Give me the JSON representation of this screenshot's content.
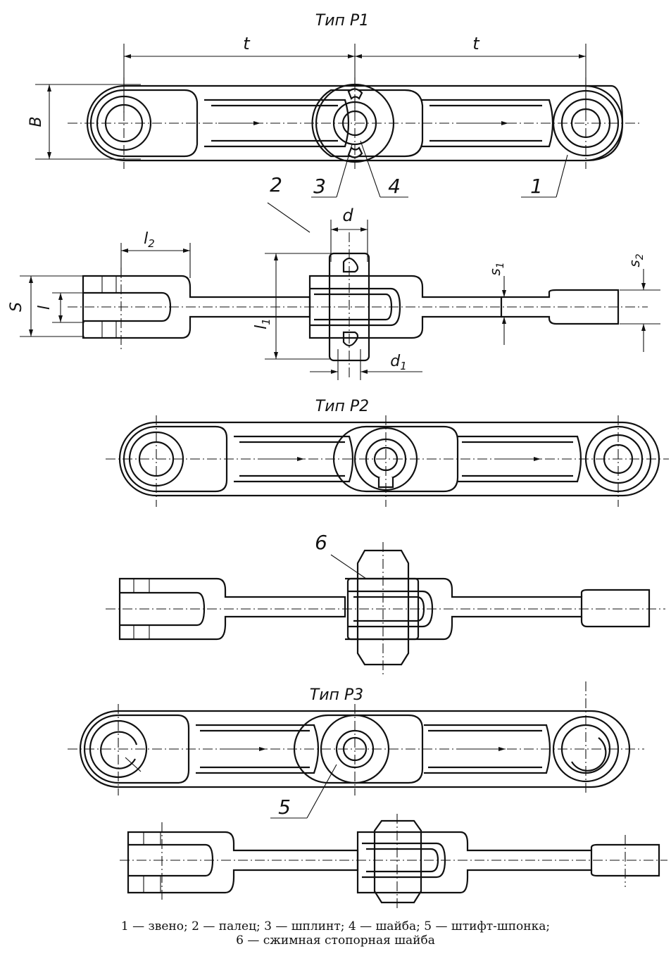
{
  "titles": {
    "type1": "Тип Р1",
    "type2": "Тип Р2",
    "type3": "Тип Р3"
  },
  "dimensions": {
    "pitch": "t",
    "width": "B",
    "l2": "l",
    "l2_sub": "2",
    "s": "S",
    "l": "l",
    "l1": "l",
    "l1_sub": "1",
    "d": "d",
    "d1": "d",
    "d1_sub": "1",
    "s1": "s",
    "s1_sub": "1",
    "s2": "s",
    "s2_sub": "2"
  },
  "callouts": {
    "c1": "1",
    "c2": "2",
    "c3": "3",
    "c4": "4",
    "c5": "5",
    "c6": "6"
  },
  "legend": {
    "line1": "1 — звено;  2 — палец;  3 — шплинт;  4 — шайба;  5 — штифт-шпонка;",
    "line2": "6 — сжимная стопорная шайба"
  }
}
